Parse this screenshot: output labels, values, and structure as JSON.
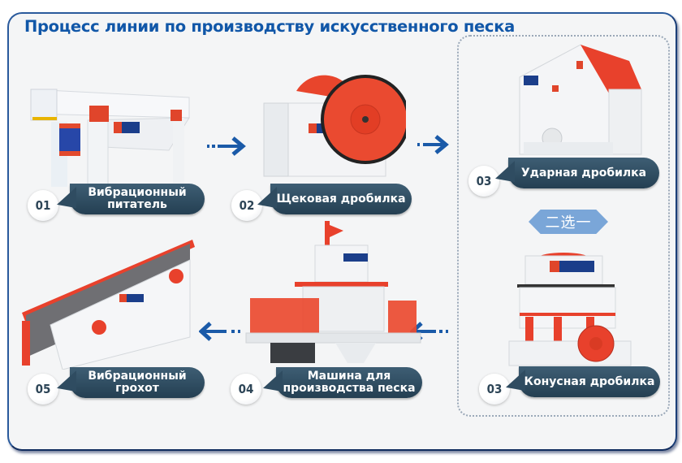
{
  "title": "Процесс линии по производству искусственного песка",
  "steps": [
    {
      "number": "01",
      "label_line1": "Вибрационный",
      "label_line2": "питатель"
    },
    {
      "number": "02",
      "label_line1": "Щековая дробилка",
      "label_line2": ""
    },
    {
      "number": "03",
      "label_line1": "Ударная дробилка",
      "label_line2": ""
    },
    {
      "number": "03",
      "label_line1": "Конусная дробилка",
      "label_line2": ""
    },
    {
      "number": "04",
      "label_line1": "Машина для",
      "label_line2": "производства песка"
    },
    {
      "number": "05",
      "label_line1": "Вибрационный",
      "label_line2": "грохот"
    }
  ],
  "choose_one": "二选一",
  "colors": {
    "title": "#1157a8",
    "label_bg": "#2f4c61",
    "arrow": "#1a5aa8",
    "accent_red": "#e8412c",
    "choose_bg": "#7aa6d8"
  },
  "icons": [
    "arrow-right-icon",
    "arrow-left-icon"
  ]
}
